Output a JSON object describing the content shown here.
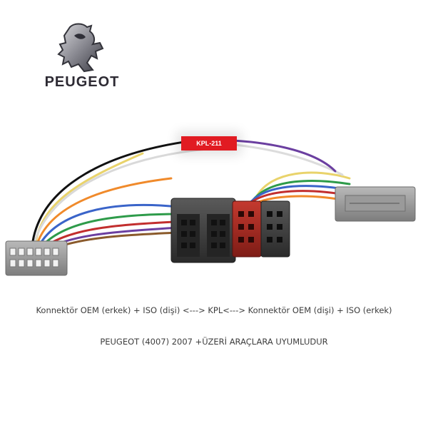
{
  "logo": {
    "wordmark": "PEUGEOT",
    "icon": "lion-icon"
  },
  "product": {
    "label": "KPL-211"
  },
  "captions": {
    "connectors": "Konnektör OEM (erkek) + ISO (dişi) <---> KPL<---> Konnektör OEM (dişi) + ISO (erkek)",
    "compatibility": "PEUGEOT  (4007) 2007 +ÜZERİ ARAÇLARA UYUMLUDUR"
  },
  "colors": {
    "label_red": "#e11b22",
    "text": "#3d3d3d",
    "grey_plug": "#8e8e8e",
    "black_plug": "#3a3a3a"
  }
}
